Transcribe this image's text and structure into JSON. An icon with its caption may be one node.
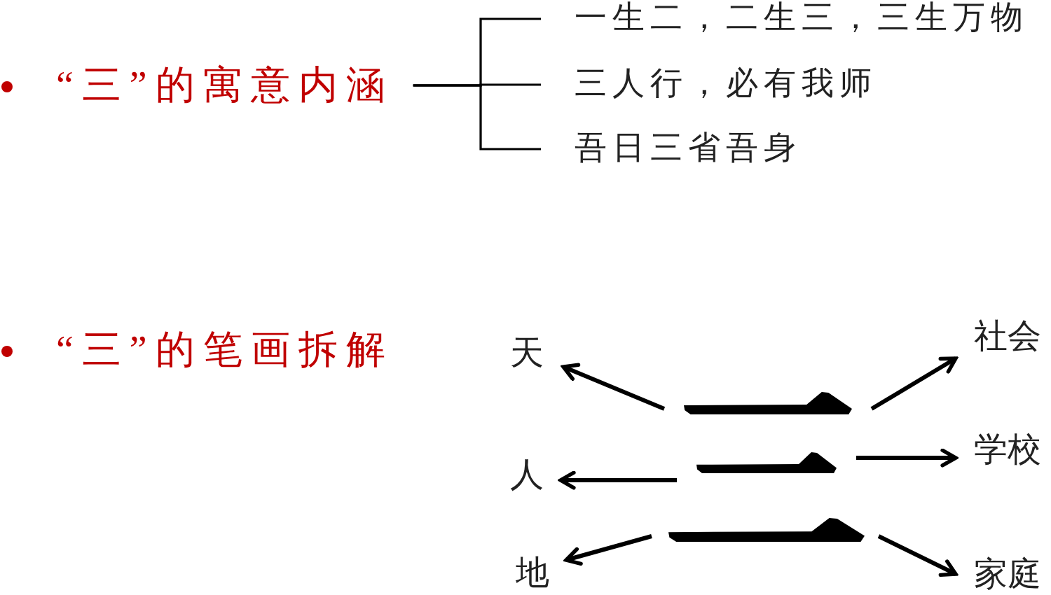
{
  "diagram": {
    "nodes": [
      {
        "text": [
          "“三”的寓意内涵"
        ]
      },
      {
        "text": [
          "一生二，二生三，三生万物"
        ]
      },
      {
        "text": [
          "三人行，必有我师"
        ]
      },
      {
        "text": [
          "吾日三省吾身"
        ]
      },
      {
        "text": [
          "天"
        ]
      },
      {
        "text": [],
        "shape": "bar"
      },
      {
        "text": [
          "社会"
        ]
      },
      {
        "text": [
          "人"
        ]
      },
      {
        "text": [],
        "shape": "bar"
      },
      {
        "text": [
          "学校"
        ]
      },
      {
        "text": [
          "地"
        ]
      },
      {
        "text": [],
        "shape": "bar"
      },
      {
        "text": [
          "家庭"
        ]
      }
    ],
    "edges": [
      {
        "from": 0,
        "to": 1,
        "arrow": "none"
      },
      {
        "from": 0,
        "to": 2,
        "arrow": "none"
      },
      {
        "from": 0,
        "to": 3,
        "arrow": "none"
      },
      {
        "from": 5,
        "to": 4,
        "arrow": "to"
      },
      {
        "from": 5,
        "to": 6,
        "arrow": "to"
      },
      {
        "from": 8,
        "to": 7,
        "arrow": "to"
      },
      {
        "from": 8,
        "to": 9,
        "arrow": "to"
      },
      {
        "from": 11,
        "to": 10,
        "arrow": "to"
      },
      {
        "from": 11,
        "to": 12,
        "arrow": "to"
      }
    ],
    "labels": [
      "“三”的笔画拆解"
    ]
  }
}
